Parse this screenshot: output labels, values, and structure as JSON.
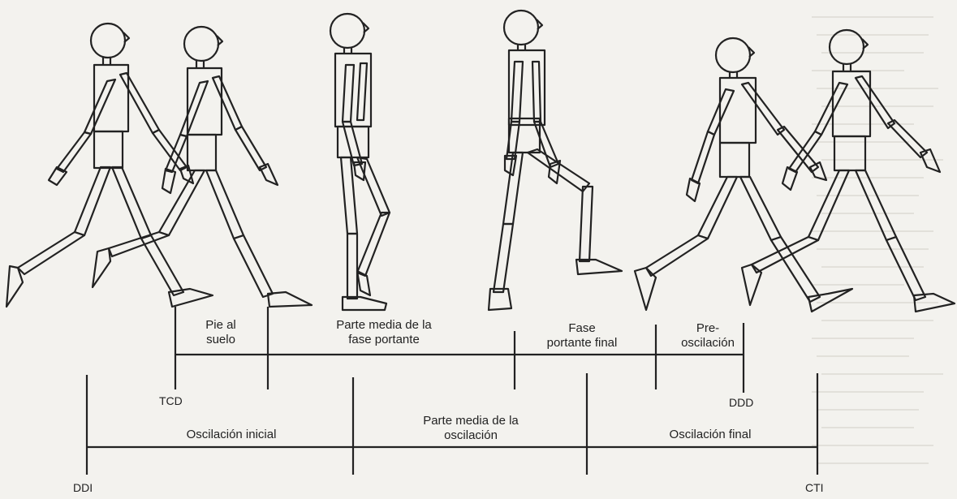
{
  "stance_phases": [
    {
      "line1": "Pie al",
      "line2": "suelo"
    },
    {
      "line1": "Parte media de la",
      "line2": "fase portante"
    },
    {
      "line1": "Fase",
      "line2": "portante final"
    },
    {
      "line1": "Pre-",
      "line2": "oscilación"
    }
  ],
  "swing_phases": [
    {
      "line1": "Oscilación inicial",
      "line2": ""
    },
    {
      "line1": "Parte media de la",
      "line2": "oscilación"
    },
    {
      "line1": "Oscilación final",
      "line2": ""
    }
  ],
  "events": {
    "tcd": "TCD",
    "ddd": "DDD",
    "ddi": "DDI",
    "cti": "CTI"
  },
  "colors": {
    "background": "#f3f2ee",
    "ink": "#222222",
    "paper_texture": "#e2e0da"
  }
}
